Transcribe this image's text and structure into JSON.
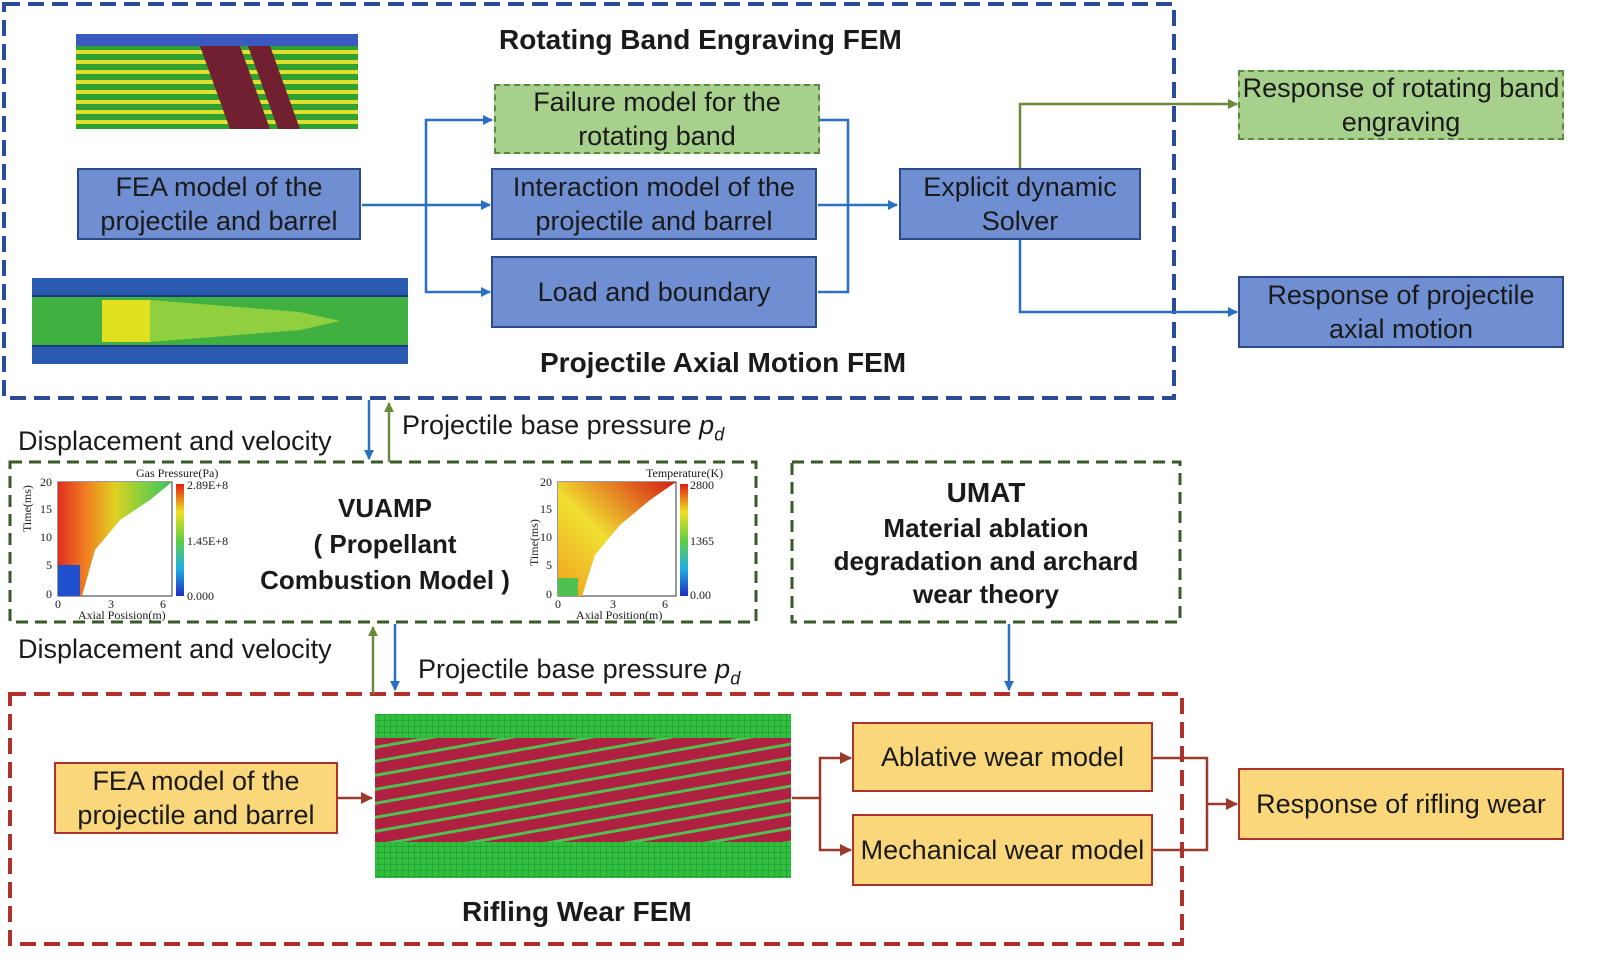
{
  "sections": {
    "top_title": "Rotating Band Engraving  FEM",
    "top_subtitle": "Projectile Axial Motion FEM",
    "bottom_title": "Rifling Wear FEM"
  },
  "boxes": {
    "fea_top": "FEA model of  the projectile and barrel",
    "failure": "Failure model for the rotating band",
    "interaction": "Interaction model of the projectile and barrel",
    "load": "Load and boundary",
    "solver": "Explicit dynamic Solver",
    "resp_engraving": "Response of rotating band engraving",
    "resp_axial": "Response of projectile axial motion",
    "fea_bottom": "FEA model of  the projectile and barrel",
    "ablative": "Ablative wear model",
    "mechanical": "Mechanical wear model",
    "resp_rifling": "Response of rifling wear"
  },
  "links": {
    "disp_top": "Displacement and  velocity",
    "press_top": "Projectile base pressure ",
    "disp_bottom": "Displacement and  velocity",
    "press_bottom": "Projectile base pressure ",
    "pd_p": "p",
    "pd_d": "d"
  },
  "vuamp": {
    "line1": "VUAMP",
    "line2": "( Propellant",
    "line3": "Combustion Model )"
  },
  "umat": {
    "line1": "UMAT",
    "line2": "Material ablation",
    "line3": "degradation and archard",
    "line4": "wear theory"
  },
  "plots": {
    "gas": {
      "title": "Gas Pressure(Pa)",
      "ylabel": "Time(ms)",
      "xlabel": "Axial Posision(m)",
      "yticks": [
        "20",
        "15",
        "10",
        "5",
        "0"
      ],
      "xticks": [
        "0",
        "3",
        "6"
      ],
      "cbar": [
        "2.89E+8",
        "1.45E+8",
        "0.000"
      ]
    },
    "temp": {
      "title": "Temperature(K)",
      "ylabel": "Time(ms)",
      "xlabel": "Axial Position(m)",
      "yticks": [
        "20",
        "15",
        "10",
        "5",
        "0"
      ],
      "xticks": [
        "0",
        "3",
        "6"
      ],
      "cbar": [
        "2800",
        "1365",
        "0.00"
      ]
    }
  },
  "colors": {
    "blue_fill": "#6f8fd2",
    "green_fill": "#a8d08d",
    "orange_fill": "#fad77a",
    "top_frame": "#2a4a9a",
    "mid_frame": "#3a5a2a",
    "bottom_frame": "#b0302a",
    "arrow_blue": "#2a70c0",
    "arrow_green": "#6a8a3a",
    "arrow_red": "#9a3a2a"
  }
}
